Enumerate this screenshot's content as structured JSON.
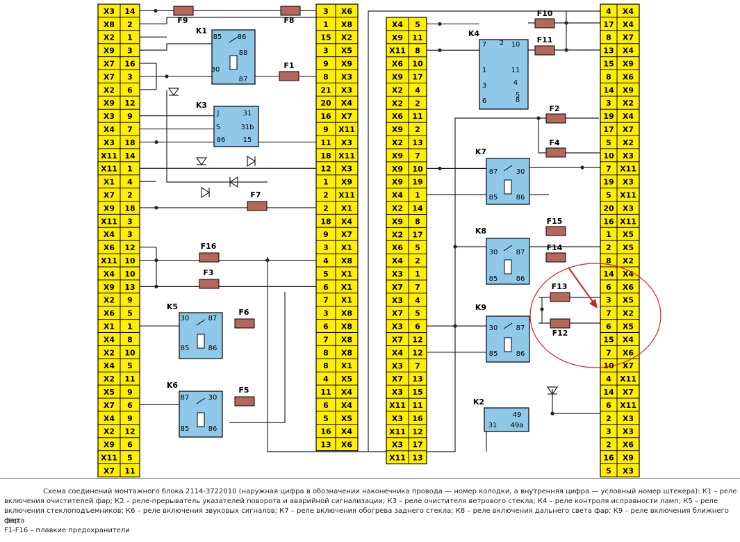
{
  "tables": {
    "left_outer": [
      [
        "X3",
        "14"
      ],
      [
        "X8",
        "2"
      ],
      [
        "X2",
        "1"
      ],
      [
        "X9",
        "3"
      ],
      [
        "X7",
        "16"
      ],
      [
        "X7",
        "3"
      ],
      [
        "X2",
        "6"
      ],
      [
        "X9",
        "12"
      ],
      [
        "X3",
        "9"
      ],
      [
        "X4",
        "7"
      ],
      [
        "X3",
        "18"
      ],
      [
        "X11",
        "14"
      ],
      [
        "X11",
        "1"
      ],
      [
        "X1",
        "4"
      ],
      [
        "X7",
        "2"
      ],
      [
        "X9",
        "18"
      ],
      [
        "X11",
        "3"
      ],
      [
        "X4",
        "3"
      ],
      [
        "X6",
        "12"
      ],
      [
        "X11",
        "10"
      ],
      [
        "X4",
        "10"
      ],
      [
        "X9",
        "13"
      ],
      [
        "X2",
        "9"
      ],
      [
        "X6",
        "5"
      ],
      [
        "X1",
        "1"
      ],
      [
        "X4",
        "8"
      ],
      [
        "X2",
        "10"
      ],
      [
        "X4",
        "5"
      ],
      [
        "X2",
        "11"
      ],
      [
        "X5",
        "9"
      ],
      [
        "X7",
        "6"
      ],
      [
        "X4",
        "9"
      ],
      [
        "X2",
        "12"
      ],
      [
        "X9",
        "6"
      ],
      [
        "X11",
        "5"
      ],
      [
        "X7",
        "11"
      ]
    ],
    "center_left": [
      [
        "3",
        "X6"
      ],
      [
        "1",
        "X8"
      ],
      [
        "15",
        "X2"
      ],
      [
        "3",
        "X5"
      ],
      [
        "9",
        "X9"
      ],
      [
        "8",
        "X3"
      ],
      [
        "21",
        "X3"
      ],
      [
        "20",
        "X4"
      ],
      [
        "16",
        "X7"
      ],
      [
        "9",
        "X11"
      ],
      [
        "11",
        "X3"
      ],
      [
        "18",
        "X11"
      ],
      [
        "12",
        "X3"
      ],
      [
        "1",
        "X9"
      ],
      [
        "2",
        "X11"
      ],
      [
        "2",
        "X1"
      ],
      [
        "18",
        "X4"
      ],
      [
        "9",
        "X7"
      ],
      [
        "3",
        "X1"
      ],
      [
        "4",
        "X8"
      ],
      [
        "5",
        "X1"
      ],
      [
        "6",
        "X1"
      ],
      [
        "7",
        "X1"
      ],
      [
        "3",
        "X8"
      ],
      [
        "6",
        "X8"
      ],
      [
        "7",
        "X8"
      ],
      [
        "8",
        "X8"
      ],
      [
        "8",
        "X1"
      ],
      [
        "4",
        "X5"
      ],
      [
        "11",
        "X4"
      ],
      [
        "6",
        "X4"
      ],
      [
        "5",
        "X5"
      ],
      [
        "16",
        "X4"
      ],
      [
        "13",
        "X6"
      ]
    ],
    "center_right": [
      [
        "X4",
        "5"
      ],
      [
        "X9",
        "11"
      ],
      [
        "X11",
        "8"
      ],
      [
        "X6",
        "10"
      ],
      [
        "X9",
        "17"
      ],
      [
        "X2",
        "4"
      ],
      [
        "X2",
        "2"
      ],
      [
        "X6",
        "11"
      ],
      [
        "X9",
        "2"
      ],
      [
        "X2",
        "13"
      ],
      [
        "X9",
        "7"
      ],
      [
        "X9",
        "10"
      ],
      [
        "X9",
        "19"
      ],
      [
        "X4",
        "1"
      ],
      [
        "X2",
        "14"
      ],
      [
        "X9",
        "8"
      ],
      [
        "X2",
        "17"
      ],
      [
        "X6",
        "5"
      ],
      [
        "X4",
        "2"
      ],
      [
        "X3",
        "1"
      ],
      [
        "X7",
        "7"
      ],
      [
        "X3",
        "4"
      ],
      [
        "X7",
        "5"
      ],
      [
        "X3",
        "6"
      ],
      [
        "X7",
        "12"
      ],
      [
        "X4",
        "12"
      ],
      [
        "X3",
        "7"
      ],
      [
        "X7",
        "13"
      ],
      [
        "X3",
        "15"
      ],
      [
        "X11",
        "11"
      ],
      [
        "X3",
        "16"
      ],
      [
        "X11",
        "12"
      ],
      [
        "X3",
        "17"
      ],
      [
        "X11",
        "13"
      ]
    ],
    "right_outer": [
      [
        "4",
        "X4"
      ],
      [
        "17",
        "X4"
      ],
      [
        "8",
        "X7"
      ],
      [
        "13",
        "X4"
      ],
      [
        "15",
        "X9"
      ],
      [
        "8",
        "X6"
      ],
      [
        "14",
        "X9"
      ],
      [
        "3",
        "X2"
      ],
      [
        "19",
        "X4"
      ],
      [
        "17",
        "X7"
      ],
      [
        "5",
        "X2"
      ],
      [
        "10",
        "X3"
      ],
      [
        "7",
        "X11"
      ],
      [
        "19",
        "X3"
      ],
      [
        "5",
        "X11"
      ],
      [
        "20",
        "X3"
      ],
      [
        "16",
        "X11"
      ],
      [
        "1",
        "X5"
      ],
      [
        "2",
        "X5"
      ],
      [
        "8",
        "X2"
      ],
      [
        "14",
        "X4"
      ],
      [
        "6",
        "X6"
      ],
      [
        "3",
        "X5"
      ],
      [
        "7",
        "X2"
      ],
      [
        "6",
        "X5"
      ],
      [
        "15",
        "X4"
      ],
      [
        "7",
        "X6"
      ],
      [
        "10",
        "X7"
      ],
      [
        "4",
        "X11"
      ],
      [
        "14",
        "X7"
      ],
      [
        "6",
        "X11"
      ],
      [
        "2",
        "X3"
      ],
      [
        "3",
        "X3"
      ],
      [
        "2",
        "X6"
      ],
      [
        "16",
        "X9"
      ],
      [
        "5",
        "X3"
      ]
    ]
  },
  "fuses": [
    "F1",
    "F2",
    "F3",
    "F4",
    "F5",
    "F6",
    "F7",
    "F8",
    "F9",
    "F10",
    "F11",
    "F12",
    "F13",
    "F14",
    "F15",
    "F16"
  ],
  "relays": {
    "K1": {
      "name": "K1",
      "pins": [
        "85",
        "86",
        "88",
        "30",
        "87"
      ]
    },
    "K2": {
      "name": "K2",
      "pins": [
        "49",
        "31",
        "49a"
      ]
    },
    "K3": {
      "name": "K3",
      "pins": [
        "J",
        "31",
        "S",
        "31b",
        "86",
        "15"
      ]
    },
    "K4": {
      "name": "K4",
      "pins": [
        "7",
        "2",
        "10",
        "1",
        "11",
        "3",
        "4",
        "6",
        "5",
        "8"
      ]
    },
    "K5": {
      "name": "K5",
      "pins": [
        "30",
        "87",
        "85",
        "86"
      ]
    },
    "K6": {
      "name": "K6",
      "pins": [
        "87",
        "30",
        "85",
        "86"
      ]
    },
    "K7": {
      "name": "K7",
      "pins": [
        "87",
        "30",
        "85",
        "86"
      ]
    },
    "K8": {
      "name": "K8",
      "pins": [
        "30",
        "87",
        "85",
        "86"
      ]
    },
    "K9": {
      "name": "K9",
      "pins": [
        "30",
        "87",
        "85",
        "86"
      ]
    }
  },
  "caption": {
    "line1": "Схема соединений монтажного блока 2114-3722010 (наружная цифра в обозначении наконечника провода — номер колодки, а внутренняя цифра — условный номер штекера): К1 – реле",
    "line2": "включения очистителей фар; К2 – реле-прерыватель указателей поворота и аварийной сигнализации; К3 – реле очистителя ветрового стекла; К4 – реле контроля исправности ламп; К5 – реле",
    "line3": "включения стеклоподъемников; К6 – реле включения звуковых сигналов; К7 – реле включения обогрева заднего стекла; К8 – реле включения дальнего света фар; К9 – реле включения ближнего света",
    "line4": "фар;",
    "line5": "F1-F16 – плавкие предохранители"
  },
  "colors": {
    "table": "#ffee00",
    "relay": "#8fc8e8",
    "fuse": "#b5675a",
    "annotation": "#cc2222"
  }
}
